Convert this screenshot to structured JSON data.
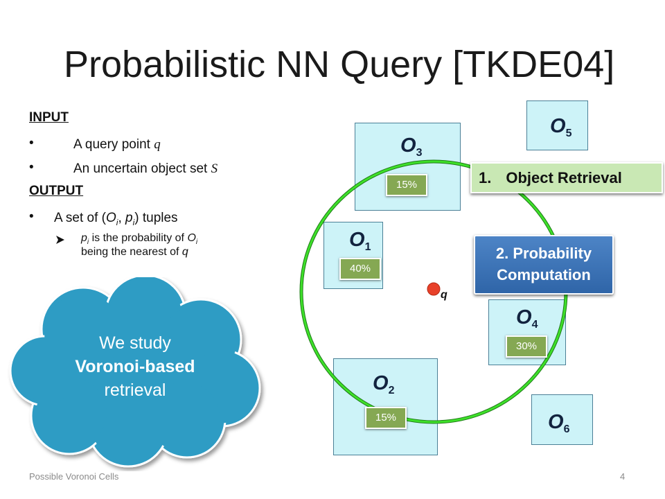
{
  "slide": {
    "title": "Probabilistic NN Query [TKDE04]",
    "footer_left": "Possible Voronoi Cells",
    "page_number": "4"
  },
  "left": {
    "input_heading": "INPUT",
    "input_items": [
      {
        "prefix": "A query point ",
        "var": "q"
      },
      {
        "prefix": "An uncertain object set ",
        "var": "S"
      }
    ],
    "output_heading": "OUTPUT",
    "output_item": {
      "a": "A set of (",
      "o": "O",
      "i1": "i",
      "b": ", ",
      "p": "p",
      "i2": "i",
      "c": ") tuples"
    },
    "sub_item": {
      "p": "p",
      "i1": "i",
      "t1": " is the probability of ",
      "o": "O",
      "i2": "i",
      "t2": "being the nearest of ",
      "q": "q"
    }
  },
  "cloud": {
    "line1": "We study",
    "line2": "Voronoi-based",
    "line3": "retrieval",
    "fill": "#2e9cc4"
  },
  "diagram": {
    "objects": [
      {
        "letter": "O",
        "num": "3",
        "pct": "15%"
      },
      {
        "letter": "O",
        "num": "1",
        "pct": "40%"
      },
      {
        "letter": "O",
        "num": "4",
        "pct": "30%"
      },
      {
        "letter": "O",
        "num": "2",
        "pct": "15%"
      },
      {
        "letter": "O",
        "num": "5"
      },
      {
        "letter": "O",
        "num": "6"
      }
    ],
    "query_label": "q",
    "callout1": {
      "number": "1.",
      "text": "Object Retrieval"
    },
    "callout2": {
      "line1": "2. Probability",
      "line2": "Computation"
    },
    "colors": {
      "box_fill": "#cdf3f8",
      "circle": "#33cc22",
      "query_point": "#e8412a",
      "pct_fill": "#85a853",
      "callout1_fill": "#c9e8b4",
      "callout2_fill": "#3a72b7"
    }
  }
}
